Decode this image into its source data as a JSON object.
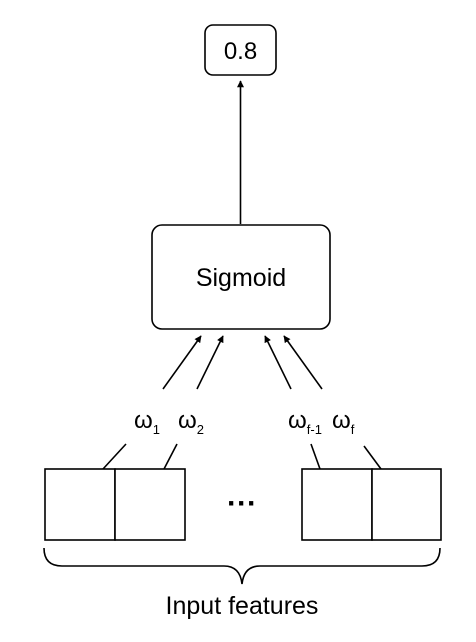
{
  "output": {
    "value": "0.8"
  },
  "activation": {
    "label": "Sigmoid"
  },
  "weights": [
    {
      "base": "ω",
      "sub": "1"
    },
    {
      "base": "ω",
      "sub": "2"
    },
    {
      "base": "ω",
      "sub": "f-1"
    },
    {
      "base": "ω",
      "sub": "f"
    }
  ],
  "features": {
    "ellipsis": "···",
    "label": "Input features"
  },
  "colors": {
    "stroke": "#000000",
    "background": "#ffffff"
  }
}
